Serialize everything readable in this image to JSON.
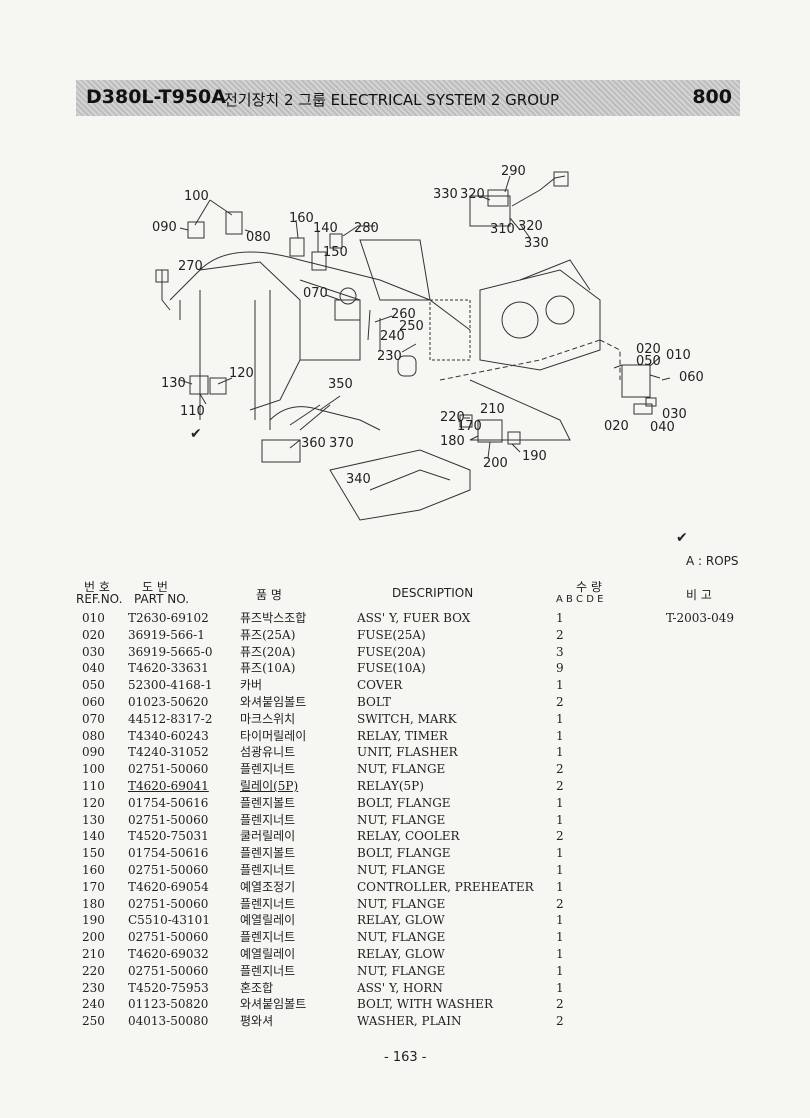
{
  "header": {
    "model": "D380L-T950A",
    "title": "전기장치 2 그룹  ELECTRICAL SYSTEM 2 GROUP",
    "code": "800"
  },
  "diagram": {
    "callouts": [
      {
        "text": "100"
      },
      {
        "text": "090"
      },
      {
        "text": "080"
      },
      {
        "text": "270"
      },
      {
        "text": "160"
      },
      {
        "text": "140"
      },
      {
        "text": "280"
      },
      {
        "text": "150"
      },
      {
        "text": "070"
      },
      {
        "text": "260"
      },
      {
        "text": "250"
      },
      {
        "text": "240"
      },
      {
        "text": "230"
      },
      {
        "text": "290"
      },
      {
        "text": "330"
      },
      {
        "text": "320"
      },
      {
        "text": "310"
      },
      {
        "text": "320"
      },
      {
        "text": "330"
      },
      {
        "text": "020"
      },
      {
        "text": "050"
      },
      {
        "text": "010"
      },
      {
        "text": "060"
      },
      {
        "text": "030"
      },
      {
        "text": "020"
      },
      {
        "text": "040"
      },
      {
        "text": "130"
      },
      {
        "text": "120"
      },
      {
        "text": "110"
      },
      {
        "text": "350"
      },
      {
        "text": "360"
      },
      {
        "text": "370"
      },
      {
        "text": "340"
      },
      {
        "text": "220"
      },
      {
        "text": "210"
      },
      {
        "text": "170"
      },
      {
        "text": "180"
      },
      {
        "text": "200"
      },
      {
        "text": "190"
      }
    ],
    "check_mark": "✔",
    "rops_note": "A : ROPS"
  },
  "table": {
    "headers": {
      "ref_kor": "번 호",
      "ref_eng": "REF.NO.",
      "part_kor": "도 번",
      "part_eng": "PART NO.",
      "name_kor": "품 명",
      "description": "DESCRIPTION",
      "qty_kor": "수 량",
      "qty_cols": "A B C D E",
      "remark_kor": "비 고"
    },
    "rows": [
      {
        "ref": "010",
        "part": "T2630-69102",
        "kor": "퓨즈박스조합",
        "desc": "ASS' Y, FUER BOX",
        "qty": "1",
        "remark": "T-2003-049"
      },
      {
        "ref": "020",
        "part": "36919-566-1",
        "kor": "퓨즈(25A)",
        "desc": "FUSE(25A)",
        "qty": "2",
        "remark": ""
      },
      {
        "ref": "030",
        "part": "36919-5665-0",
        "kor": "퓨즈(20A)",
        "desc": "FUSE(20A)",
        "qty": "3",
        "remark": ""
      },
      {
        "ref": "040",
        "part": "T4620-33631",
        "kor": "퓨즈(10A)",
        "desc": "FUSE(10A)",
        "qty": "9",
        "remark": ""
      },
      {
        "ref": "050",
        "part": "52300-4168-1",
        "kor": "카버",
        "desc": "COVER",
        "qty": "1",
        "remark": ""
      },
      {
        "ref": "060",
        "part": "01023-50620",
        "kor": "와셔붙임볼트",
        "desc": "BOLT",
        "qty": "2",
        "remark": ""
      },
      {
        "ref": "070",
        "part": "44512-8317-2",
        "kor": "마크스위치",
        "desc": "SWITCH, MARK",
        "qty": "1",
        "remark": ""
      },
      {
        "ref": "080",
        "part": "T4340-60243",
        "kor": "타이머릴레이",
        "desc": "RELAY, TIMER",
        "qty": "1",
        "remark": ""
      },
      {
        "ref": "090",
        "part": "T4240-31052",
        "kor": "섬광유니트",
        "desc": "UNIT, FLASHER",
        "qty": "1",
        "remark": ""
      },
      {
        "ref": "100",
        "part": "02751-50060",
        "kor": "플렌지너트",
        "desc": "NUT, FLANGE",
        "qty": "2",
        "remark": ""
      },
      {
        "ref": "110",
        "part": "T4620-69041",
        "kor": "릴레이(5P)",
        "desc": "RELAY(5P)",
        "qty": "2",
        "remark": ""
      },
      {
        "ref": "120",
        "part": "01754-50616",
        "kor": "플렌지볼트",
        "desc": "BOLT, FLANGE",
        "qty": "1",
        "remark": ""
      },
      {
        "ref": "130",
        "part": "02751-50060",
        "kor": "플렌지너트",
        "desc": "NUT, FLANGE",
        "qty": "1",
        "remark": ""
      },
      {
        "ref": "140",
        "part": "T4520-75031",
        "kor": "쿨러릴레이",
        "desc": "RELAY, COOLER",
        "qty": "2",
        "remark": ""
      },
      {
        "ref": "150",
        "part": "01754-50616",
        "kor": "플렌지볼트",
        "desc": "BOLT, FLANGE",
        "qty": "1",
        "remark": ""
      },
      {
        "ref": "160",
        "part": "02751-50060",
        "kor": "플렌지너트",
        "desc": "NUT, FLANGE",
        "qty": "1",
        "remark": ""
      },
      {
        "ref": "170",
        "part": "T4620-69054",
        "kor": "예열조정기",
        "desc": "CONTROLLER, PREHEATER",
        "qty": "1",
        "remark": ""
      },
      {
        "ref": "180",
        "part": "02751-50060",
        "kor": "플렌지너트",
        "desc": "NUT, FLANGE",
        "qty": "2",
        "remark": ""
      },
      {
        "ref": "190",
        "part": "C5510-43101",
        "kor": "예열릴레이",
        "desc": "RELAY, GLOW",
        "qty": "1",
        "remark": ""
      },
      {
        "ref": "200",
        "part": "02751-50060",
        "kor": "플렌지너트",
        "desc": "NUT, FLANGE",
        "qty": "1",
        "remark": ""
      },
      {
        "ref": "210",
        "part": "T4620-69032",
        "kor": "예열릴레이",
        "desc": "RELAY, GLOW",
        "qty": "1",
        "remark": ""
      },
      {
        "ref": "220",
        "part": "02751-50060",
        "kor": "플렌지너트",
        "desc": "NUT, FLANGE",
        "qty": "1",
        "remark": ""
      },
      {
        "ref": "230",
        "part": "T4520-75953",
        "kor": "혼조합",
        "desc": "ASS' Y, HORN",
        "qty": "1",
        "remark": ""
      },
      {
        "ref": "240",
        "part": "01123-50820",
        "kor": "와셔붙임볼트",
        "desc": "BOLT, WITH WASHER",
        "qty": "2",
        "remark": ""
      },
      {
        "ref": "250",
        "part": "04013-50080",
        "kor": "평와셔",
        "desc": "WASHER, PLAIN",
        "qty": "2",
        "remark": ""
      }
    ]
  },
  "footer": {
    "page": "- 163 -"
  }
}
